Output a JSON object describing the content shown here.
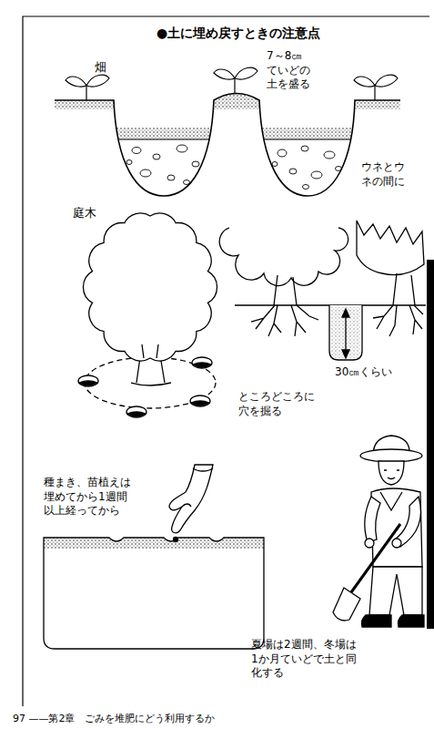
{
  "diagram": {
    "title": "●土に埋め戻すときの注意点",
    "labels": [
      "畑",
      "7～8㎝ ていどの 土を盛る",
      "ウネとウ ネの間に",
      "庭木",
      "30㎝くらい",
      "ところどころに 穴を掘る",
      "種まき、苗植えは 埋めてから1週間 以上経ってから",
      "夏場は2週間、冬場は 1か月ていどで土と同 化する",
      "97 ——第2章　ごみを堆肥にどう利用するか"
    ]
  }
}
